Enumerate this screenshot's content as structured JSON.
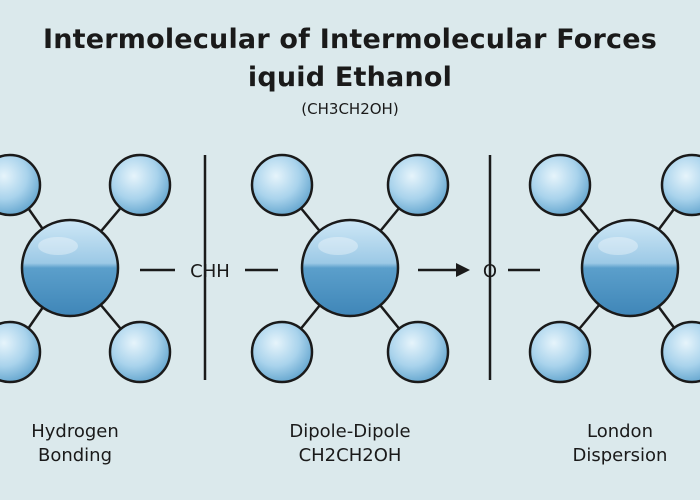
{
  "title": {
    "line1": "Intermolecular of Intermolecular Forces",
    "line2": "iquid Ethanol"
  },
  "formula": "(CH3CH2OH)",
  "connectors": {
    "left": "CHH",
    "right": "O"
  },
  "labels": {
    "hydrogen": {
      "line1": "Hydrogen",
      "line2": "Bonding"
    },
    "dipole": {
      "line1": "Dipole-Dipole",
      "line2": "CH2CH2OH"
    },
    "london": {
      "line1": "London",
      "line2": "Dispersion"
    }
  },
  "colors": {
    "background": "#dbe9ec",
    "atom_fill_light": "#bfe0f3",
    "atom_fill_dark": "#4d95c4",
    "outline": "#1a1a1a"
  }
}
